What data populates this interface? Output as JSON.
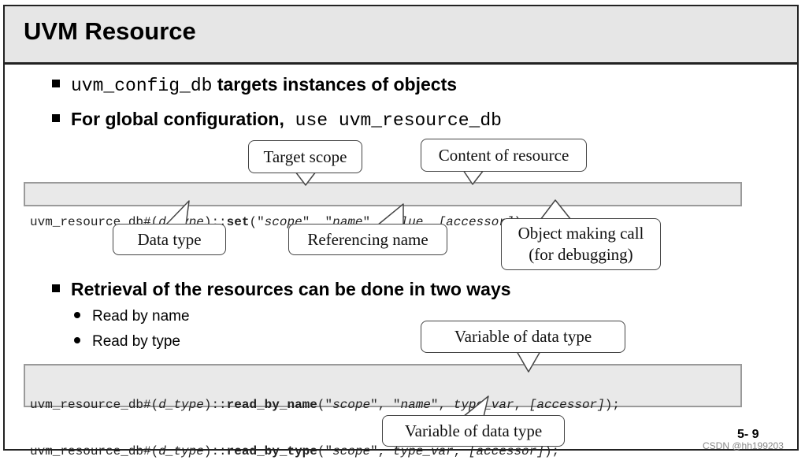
{
  "slide": {
    "title": "UVM Resource",
    "page_number": "5- 9",
    "watermark": "CSDN @hh199203"
  },
  "bullets": [
    {
      "code": "uvm_config_db",
      "text": " targets instances of objects"
    },
    {
      "text": "For global configuration,",
      "code": " use uvm_resource_db"
    }
  ],
  "retrieval": {
    "heading": "Retrieval of the resources can be done in two ways",
    "items": [
      "Read by name",
      "Read by type"
    ]
  },
  "set_code": {
    "prefix": "uvm_resource_db#(",
    "dtype": "d_type",
    "sep": ")::",
    "method": "set",
    "open": "(\"",
    "scope": "scope",
    "mid1": "\", \"",
    "name": "name",
    "mid2": "\", ",
    "value": "value",
    "mid3": ", ",
    "accessor": "[accessor]",
    "end": ");"
  },
  "read_code": [
    {
      "prefix": "uvm_resource_db#(",
      "dtype": "d_type",
      "sep": ")::",
      "method": "read_by_name",
      "open": "(\"",
      "scope": "scope",
      "mid1": "\", \"",
      "name": "name",
      "mid2": "\", ",
      "var": "type_var",
      "mid3": ", ",
      "accessor": "[accessor]",
      "end": ");"
    },
    {
      "prefix": "uvm_resource_db#(",
      "dtype": "d_type",
      "sep": ")::",
      "method": "read_by_type",
      "open": "(\"",
      "scope": "scope",
      "mid1": "\", ",
      "var": "type_var",
      "mid2": ", ",
      "accessor": "[accessor]",
      "end": ");"
    }
  ],
  "callouts": {
    "target_scope": "Target scope",
    "content_of_resource": "Content of resource",
    "data_type": "Data type",
    "referencing_name": "Referencing name",
    "object_making_call_1": "Object making call",
    "object_making_call_2": "(for debugging)",
    "variable_of_data_type_top": "Variable of data type",
    "variable_of_data_type_bottom": "Variable of data type"
  }
}
